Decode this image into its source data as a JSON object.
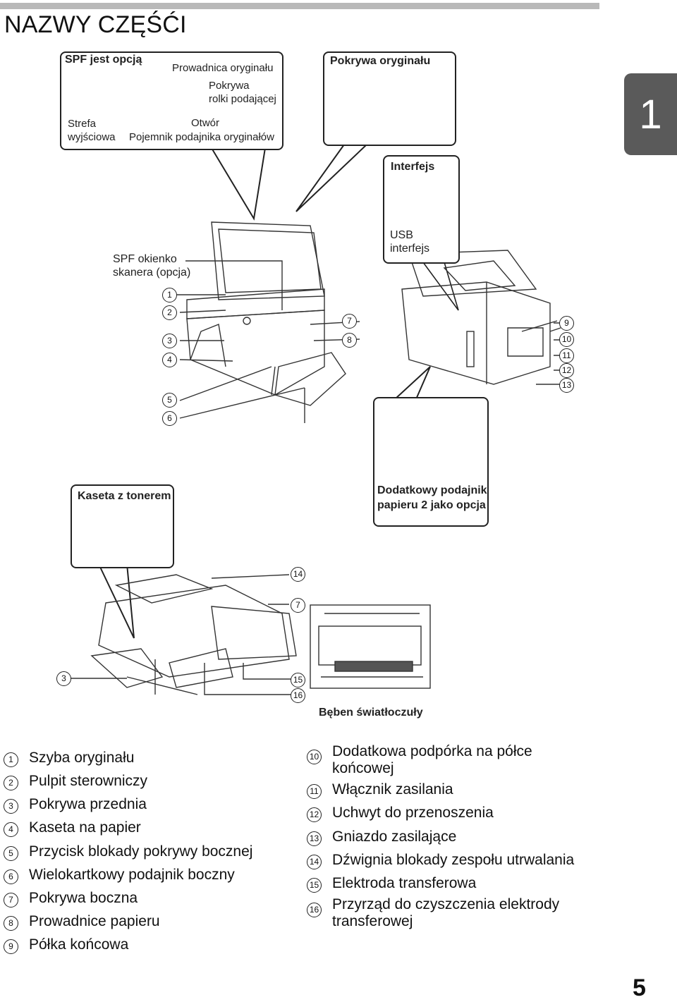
{
  "page": {
    "title": "NAZWY CZĘŚĆI",
    "chapter": "1",
    "page_number": "5"
  },
  "callouts": {
    "spf": {
      "heading": "SPF jest opcją",
      "guide": "Prowadnica oryginału",
      "feed_roller_cover": "Pokrywa\nrolki podającej",
      "exit_area": "Strefa\nwyjściowa",
      "slot": "Otwór",
      "tray": "Pojemnik podajnika oryginałów"
    },
    "original_cover": {
      "heading": "Pokrywa oryginału"
    },
    "interface": {
      "heading": "Interfejs",
      "usb": "USB\ninterfejs"
    },
    "spf_window": "SPF okienko\nskanera (opcja)",
    "paper_feeder": {
      "heading": "Dodatkowy podajnik\npapieru 2 jako opcja"
    },
    "toner": {
      "heading": "Kaseta z tonerem"
    },
    "drum": {
      "heading": "Bęben światłoczuły"
    }
  },
  "markers": {
    "m1": "1",
    "m2": "2",
    "m3": "3",
    "m4": "4",
    "m5": "5",
    "m6": "6",
    "m7": "7",
    "m8": "8",
    "m9": "9",
    "m10": "10",
    "m11": "11",
    "m12": "12",
    "m13": "13",
    "m14": "14",
    "m7b": "7",
    "m3b": "3",
    "m15": "15",
    "m16": "16"
  },
  "legend": {
    "left": [
      {
        "n": "1",
        "text": "Szyba oryginału"
      },
      {
        "n": "2",
        "text": "Pulpit sterowniczy"
      },
      {
        "n": "3",
        "text": "Pokrywa przednia"
      },
      {
        "n": "4",
        "text": "Kaseta na papier"
      },
      {
        "n": "5",
        "text": "Przycisk blokady pokrywy bocznej"
      },
      {
        "n": "6",
        "text": "Wielokartkowy podajnik boczny"
      },
      {
        "n": "7",
        "text": "Pokrywa boczna"
      },
      {
        "n": "8",
        "text": "Prowadnice papieru"
      },
      {
        "n": "9",
        "text": "Półka końcowa"
      }
    ],
    "right": [
      {
        "n": "10",
        "text": "Dodatkowa podpórka na półce końcowej"
      },
      {
        "n": "11",
        "text": "Włącznik zasilania"
      },
      {
        "n": "12",
        "text": "Uchwyt do przenoszenia"
      },
      {
        "n": "13",
        "text": "Gniazdo zasilające"
      },
      {
        "n": "14",
        "text": "Dźwignia blokady zespołu utrwalania"
      },
      {
        "n": "15",
        "text": "Elektroda transferowa"
      },
      {
        "n": "16",
        "text": "Przyrząd do czyszczenia elektrody transferowej"
      }
    ]
  }
}
